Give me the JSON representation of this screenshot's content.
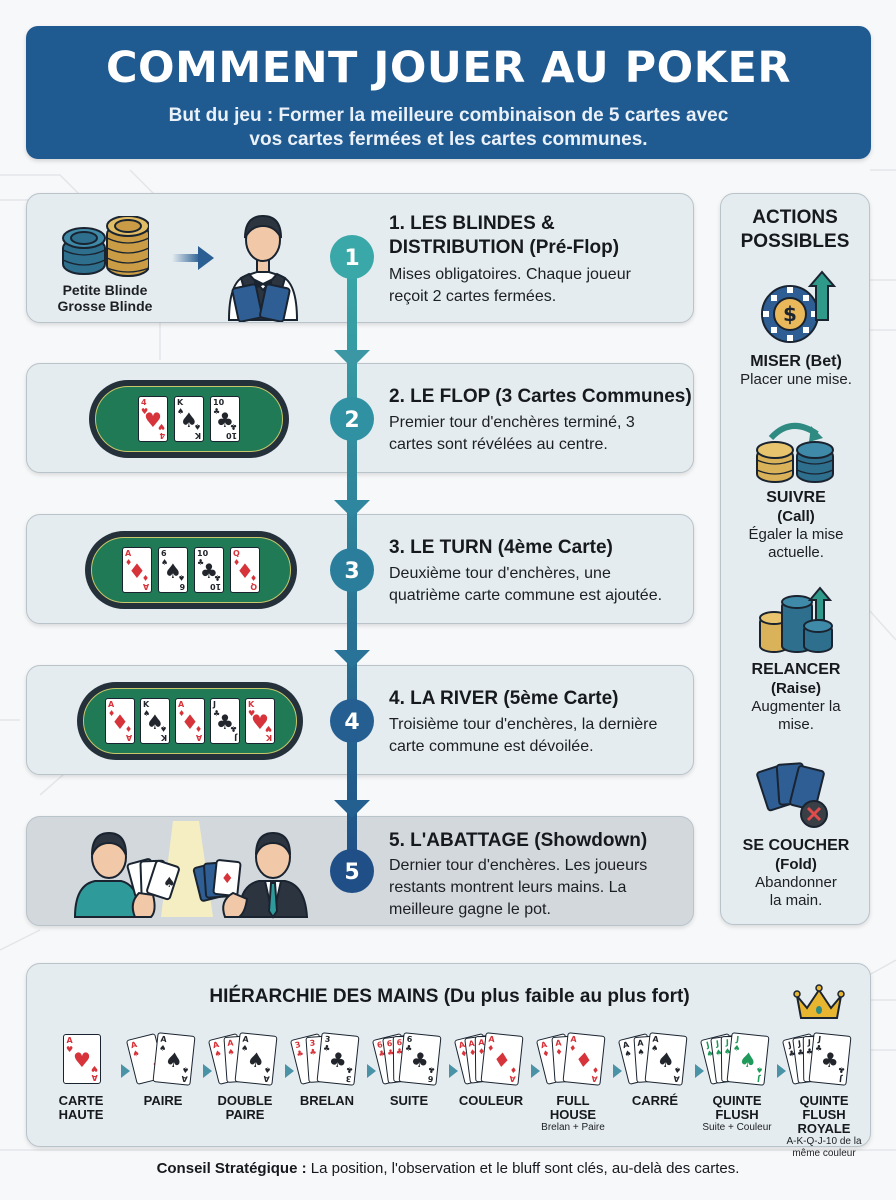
{
  "header": {
    "title": "COMMENT JOUER AU POKER",
    "subtitle_line1": "But du jeu : Former la meilleure combinaison de 5 cartes avec",
    "subtitle_line2": "vos cartes fermées et les cartes communes."
  },
  "steps": [
    {
      "number": "1",
      "title_line1": "1. LES BLINDES &",
      "title_line2": "DISTRIBUTION (Pré-Flop)",
      "desc_line1": "Mises obligatoires. Chaque joueur",
      "desc_line2": "reçoit 2 cartes fermées.",
      "chip_label_1": "Petite Blinde",
      "chip_label_2": "Grosse Blinde"
    },
    {
      "number": "2",
      "title_line1": "2. LE FLOP (3 Cartes Communes)",
      "desc_line1": "Premier tour d'enchères terminé, 3",
      "desc_line2": "cartes sont révélées au centre.",
      "cards": [
        {
          "rank": "4",
          "suit": "♥",
          "color": "#d6343a"
        },
        {
          "rank": "K",
          "suit": "♠",
          "color": "#22262c"
        },
        {
          "rank": "10",
          "suit": "♣",
          "color": "#22262c"
        }
      ]
    },
    {
      "number": "3",
      "title_line1": "3. LE TURN (4ème Carte)",
      "desc_line1": "Deuxième tour d'enchères, une",
      "desc_line2": "quatrième carte commune est ajoutée.",
      "cards": [
        {
          "rank": "A",
          "suit": "♦",
          "color": "#d6343a"
        },
        {
          "rank": "6",
          "suit": "♠",
          "color": "#22262c"
        },
        {
          "rank": "10",
          "suit": "♣",
          "color": "#22262c"
        },
        {
          "rank": "Q",
          "suit": "♦",
          "color": "#d6343a"
        }
      ]
    },
    {
      "number": "4",
      "title_line1": "4. LA RIVER (5ème Carte)",
      "desc_line1": "Troisième tour d'enchères, la dernière",
      "desc_line2": "carte commune est dévoilée.",
      "cards": [
        {
          "rank": "A",
          "suit": "♦",
          "color": "#d6343a"
        },
        {
          "rank": "K",
          "suit": "♠",
          "color": "#22262c"
        },
        {
          "rank": "A",
          "suit": "♦",
          "color": "#d6343a"
        },
        {
          "rank": "J",
          "suit": "♣",
          "color": "#22262c"
        },
        {
          "rank": "K",
          "suit": "♥",
          "color": "#d6343a"
        }
      ]
    },
    {
      "number": "5",
      "title_line1": "5. L'ABATTAGE (Showdown)",
      "desc_line1": "Dernier tour d'enchères. Les joueurs",
      "desc_line2": "restants montrent leurs mains. La",
      "desc_line3": "meilleure gagne le pot."
    }
  ],
  "actions": {
    "title_line1": "ACTIONS",
    "title_line2": "POSSIBLES",
    "items": [
      {
        "name": "MISER (Bet)",
        "desc_line1": "Placer une mise.",
        "icon": "chip-up-icon"
      },
      {
        "name": "SUIVRE",
        "name_sub": "(Call)",
        "desc_line1": "Égaler la mise",
        "desc_line2": "actuelle.",
        "icon": "chips-transfer-icon"
      },
      {
        "name": "RELANCER",
        "name_sub": "(Raise)",
        "desc_line1": "Augmenter la",
        "desc_line2": "mise.",
        "icon": "chips-raise-icon"
      },
      {
        "name": "SE COUCHER",
        "name_sub": "(Fold)",
        "desc_line1": "Abandonner",
        "desc_line2": "la main.",
        "icon": "cards-fold-icon"
      }
    ]
  },
  "hands": {
    "title": "HIÉRARCHIE DES MAINS (Du plus faible au plus fort)",
    "items": [
      {
        "label_line1": "CARTE",
        "label_line2": "HAUTE",
        "sub": "",
        "count": 1,
        "top": {
          "rank": "A",
          "suit": "♥",
          "color": "#d6343a"
        }
      },
      {
        "label_line1": "PAIRE",
        "label_line2": "",
        "sub": "",
        "count": 2,
        "top": {
          "rank": "A",
          "suit": "♠",
          "color": "#22262c"
        }
      },
      {
        "label_line1": "DOUBLE",
        "label_line2": "PAIRE",
        "sub": "",
        "count": 3,
        "top": {
          "rank": "A",
          "suit": "♠",
          "color": "#22262c"
        }
      },
      {
        "label_line1": "BRELAN",
        "label_line2": "",
        "sub": "",
        "count": 3,
        "top": {
          "rank": "3",
          "suit": "♣",
          "color": "#22262c"
        }
      },
      {
        "label_line1": "SUITE",
        "label_line2": "",
        "sub": "",
        "count": 4,
        "top": {
          "rank": "6",
          "suit": "♣",
          "color": "#22262c"
        }
      },
      {
        "label_line1": "COULEUR",
        "label_line2": "",
        "sub": "",
        "count": 4,
        "top": {
          "rank": "A",
          "suit": "♦",
          "color": "#d6343a"
        }
      },
      {
        "label_line1": "FULL",
        "label_line2": "HOUSE",
        "sub": "Brelan + Paire",
        "count": 3,
        "top": {
          "rank": "A",
          "suit": "♦",
          "color": "#d6343a"
        }
      },
      {
        "label_line1": "CARRÉ",
        "label_line2": "",
        "sub": "",
        "count": 3,
        "top": {
          "rank": "A",
          "suit": "♠",
          "color": "#22262c"
        }
      },
      {
        "label_line1": "QUINTE",
        "label_line2": "FLUSH",
        "sub": "Suite + Couleur",
        "count": 4,
        "top": {
          "rank": "J",
          "suit": "♠",
          "color": "#1f9a5a"
        }
      },
      {
        "label_line1": "QUINTE FLUSH",
        "label_line2": "ROYALE",
        "sub": "A-K-Q-J-10 de la",
        "sub2": "même couleur",
        "count": 4,
        "top": {
          "rank": "J",
          "suit": "♣",
          "color": "#22262c"
        }
      }
    ]
  },
  "footer": {
    "bold": "Conseil Stratégique :",
    "text": " La position, l'observation et le bluff sont clés, au-delà des cartes."
  },
  "colors": {
    "header_bg": "#1f5a91",
    "timeline_top": "#3aa8a8",
    "timeline_bottom": "#1f4f86",
    "felt": "#1f7a55",
    "chip_blue": "#2e6f8e",
    "chip_gold": "#d9b25a",
    "red_suit": "#d6343a"
  }
}
